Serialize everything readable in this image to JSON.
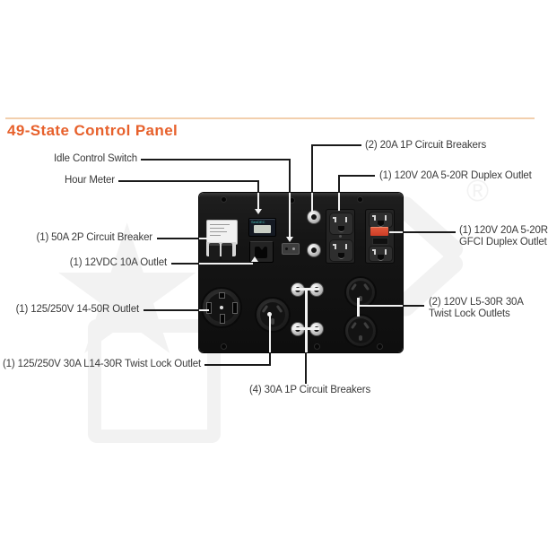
{
  "page": {
    "title": "49-State Control Panel"
  },
  "theme": {
    "title_color": "#E7612C",
    "divider_color": "#F2CFAD",
    "label_color": "#3A3A3A",
    "line_color": "#1A1A1A",
    "panel_color": "#141414",
    "gfci_reset_color": "#CE3D27",
    "lcd_color": "#C9CFC5",
    "watermark_color": "#F2F2F2"
  },
  "watermark": {
    "star": "★",
    "registered": "®"
  },
  "panel": {
    "hour_meter_brand": "SenDEC"
  },
  "callouts": {
    "idle_switch": "Idle Control Switch",
    "hour_meter": "Hour Meter",
    "breaker_50a": "(1) 50A 2P Circuit Breaker",
    "outlet_12vdc": "(1) 12VDC 10A Outlet",
    "outlet_1450r": "(1) 125/250V 14-50R Outlet",
    "outlet_l1430r": "(1) 125/250V 30A L14-30R Twist Lock Outlet",
    "breakers_30a": "(4) 30A 1P Circuit Breakers",
    "breakers_20a": "(2) 20A 1P Circuit Breakers",
    "outlet_duplex": "(1) 120V 20A 5-20R Duplex Outlet",
    "outlet_gfci_line1": "(1) 120V 20A 5-20R",
    "outlet_gfci_line2": "GFCI Duplex Outlet",
    "outlet_l530r_line1": "(2) 120V L5-30R 30A",
    "outlet_l530r_line2": "Twist Lock Outlets"
  }
}
